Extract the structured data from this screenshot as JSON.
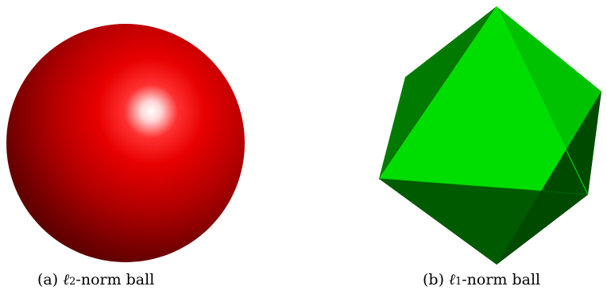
{
  "figure": {
    "panels": [
      {
        "id": "a",
        "shape": "sphere",
        "fill_color": "#e00000",
        "caption": {
          "label": "(a)",
          "symbol": "ℓ",
          "subscript": "2",
          "suffix": "-norm ball"
        }
      },
      {
        "id": "b",
        "shape": "octahedron",
        "fill_color": "#00dd00",
        "caption": {
          "label": "(b)",
          "symbol": "ℓ",
          "subscript": "1",
          "suffix": "-norm ball"
        }
      }
    ]
  }
}
